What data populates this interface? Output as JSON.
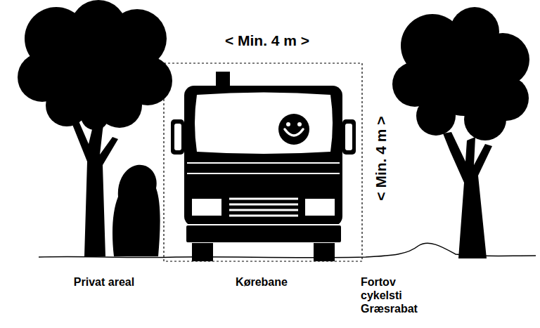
{
  "diagram": {
    "labels": [
      "< Min. 4 m >",
      "< Min. 4 m >",
      "Privat areal",
      "Kørebane",
      "Fortov cykelsti Græsrabat"
    ]
  }
}
